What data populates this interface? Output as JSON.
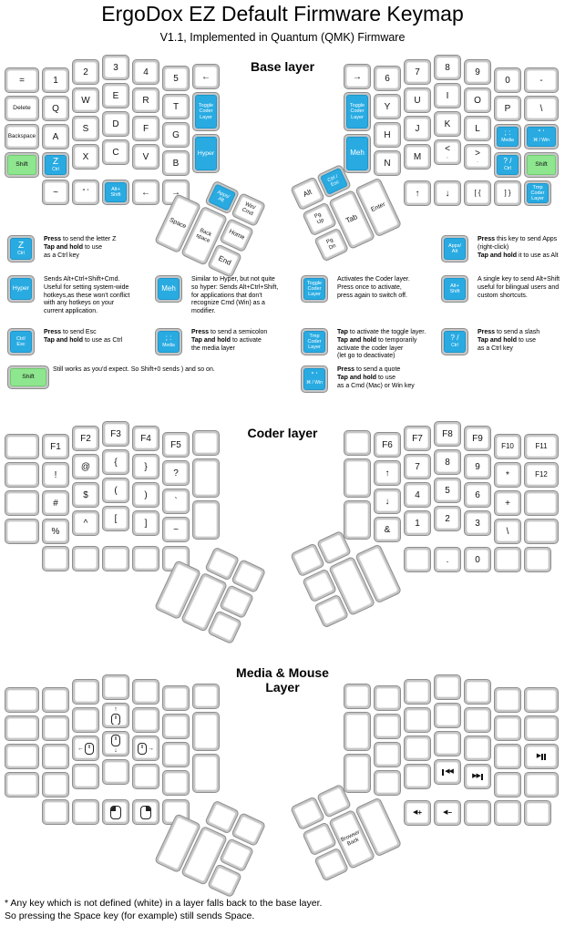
{
  "header": {
    "title": "ErgoDox EZ Default Firmware Keymap",
    "subtitle": "V1.1, Implemented in Quantum (QMK) Firmware"
  },
  "footnote": "* Any key which is not defined (white) in a layer falls back to the base layer.\nSo pressing the Space key (for example) still sends Space.",
  "colors": {
    "accent_blue": "#29abe2",
    "accent_green": "#8ee68e",
    "key_base_gray": "#c6c6c6",
    "key_border_gray": "#8e8e8e"
  },
  "layers": {
    "base": {
      "title": "Base layer",
      "left": {
        "keys": {
          "r0c0": {
            "t": "="
          },
          "r0c1": {
            "t": "1"
          },
          "r0c2": {
            "t": "2"
          },
          "r0c3": {
            "t": "3"
          },
          "r0c4": {
            "t": "4"
          },
          "r0c5": {
            "t": "5"
          },
          "r0c6": {
            "t": "←"
          },
          "r1c0": {
            "t": "Delete"
          },
          "r1c1": {
            "t": "Q"
          },
          "r1c2": {
            "t": "W"
          },
          "r1c3": {
            "t": "E"
          },
          "r1c4": {
            "t": "R"
          },
          "r1c5": {
            "t": "T"
          },
          "tall1": {
            "t": "Toggle\nCoder\nLayer",
            "c": "blue"
          },
          "r2c0": {
            "t": "Backspace"
          },
          "r2c1": {
            "t": "A"
          },
          "r2c2": {
            "t": "S"
          },
          "r2c3": {
            "t": "D"
          },
          "r2c4": {
            "t": "F"
          },
          "r2c5": {
            "t": "G"
          },
          "tall2": {
            "t": "Hyper",
            "c": "blue"
          },
          "r3c0": {
            "t": "Shift",
            "c": "green"
          },
          "r3c1": {
            "t": "Z",
            "s": "Ctrl",
            "c": "blue"
          },
          "r3c2": {
            "t": "X"
          },
          "r3c3": {
            "t": "C"
          },
          "r3c4": {
            "t": "V"
          },
          "r3c5": {
            "t": "B"
          },
          "b0": {
            "t": "~"
          },
          "b1": {
            "t": "“ ‘"
          },
          "b2": {
            "t": "Alt+\nShift",
            "c": "blue"
          },
          "b3": {
            "t": "←"
          },
          "b4": {
            "t": "→"
          }
        },
        "thumb": {
          "ta": {
            "t": "Apps/\nAlt",
            "c": "blue"
          },
          "tb": {
            "t": "Win/\nCmd"
          },
          "big1": {
            "t": "Space"
          },
          "big2": {
            "t": "Back\nspace"
          },
          "sm1": {
            "t": "Home"
          },
          "sm2": {
            "t": "End"
          }
        }
      },
      "right": {
        "keys": {
          "r0c0": {
            "t": "→"
          },
          "r0c1": {
            "t": "6"
          },
          "r0c2": {
            "t": "7"
          },
          "r0c3": {
            "t": "8"
          },
          "r0c4": {
            "t": "9"
          },
          "r0c5": {
            "t": "0"
          },
          "r0c6": {
            "t": "-"
          },
          "tall1": {
            "t": "Toggle\nCoder\nLayer",
            "c": "blue"
          },
          "r1c1": {
            "t": "Y"
          },
          "r1c2": {
            "t": "U"
          },
          "r1c3": {
            "t": "I"
          },
          "r1c4": {
            "t": "O"
          },
          "r1c5": {
            "t": "P"
          },
          "r1c6": {
            "t": "\\"
          },
          "r2c1": {
            "t": "H"
          },
          "r2c2": {
            "t": "J"
          },
          "r2c3": {
            "t": "K"
          },
          "r2c4": {
            "t": "L"
          },
          "r2c5": {
            "t": "; :",
            "s": "Media",
            "c": "blue"
          },
          "r2c6": {
            "t": "“ ‘",
            "s": "⌘ / Win",
            "c": "blue"
          },
          "tall2": {
            "t": "Meh",
            "c": "blue"
          },
          "r3c1": {
            "t": "N"
          },
          "r3c2": {
            "t": "M"
          },
          "r3c3": {
            "t": "<",
            "s": ","
          },
          "r3c4": {
            "t": ">",
            "s": "."
          },
          "r3c5": {
            "t": "? /",
            "s": "Ctrl",
            "c": "blue"
          },
          "r3c6": {
            "t": "Shift",
            "c": "green"
          },
          "b0": {
            "t": "↑"
          },
          "b1": {
            "t": "↓"
          },
          "b2": {
            "t": "[ {"
          },
          "b3": {
            "t": "] }"
          },
          "b4": {
            "t": "Tmp\nCoder\nLayer",
            "c": "blue"
          }
        },
        "thumb": {
          "ta": {
            "t": "Alt"
          },
          "tb": {
            "t": "Ctrl /\nEsc",
            "c": "blue"
          },
          "sm1": {
            "t": "Pg\nUp"
          },
          "sm2": {
            "t": "Pg\nDn"
          },
          "big1": {
            "t": "Tab"
          },
          "big2": {
            "t": "Enter"
          }
        }
      }
    },
    "coder": {
      "title": "Coder layer",
      "left": {
        "keys": {
          "r0c1": {
            "t": "F1"
          },
          "r0c2": {
            "t": "F2"
          },
          "r0c3": {
            "t": "F3"
          },
          "r0c4": {
            "t": "F4"
          },
          "r0c5": {
            "t": "F5"
          },
          "r1c1": {
            "t": "!"
          },
          "r1c2": {
            "t": "@"
          },
          "r1c3": {
            "t": "{"
          },
          "r1c4": {
            "t": "}"
          },
          "r1c5": {
            "t": "?"
          },
          "r2c1": {
            "t": "#"
          },
          "r2c2": {
            "t": "$"
          },
          "r2c3": {
            "t": "("
          },
          "r2c4": {
            "t": ")"
          },
          "r2c5": {
            "t": "`"
          },
          "r3c1": {
            "t": "%"
          },
          "r3c2": {
            "t": "^"
          },
          "r3c3": {
            "t": "["
          },
          "r3c4": {
            "t": "]"
          },
          "r3c5": {
            "t": "~"
          }
        },
        "thumb": {}
      },
      "right": {
        "keys": {
          "r0c1": {
            "t": "F6"
          },
          "r0c2": {
            "t": "F7"
          },
          "r0c3": {
            "t": "F8"
          },
          "r0c4": {
            "t": "F9"
          },
          "r0c5": {
            "t": "F10"
          },
          "r0c6": {
            "t": "F11"
          },
          "r1c1": {
            "t": "↑"
          },
          "r1c2": {
            "t": "7"
          },
          "r1c3": {
            "t": "8"
          },
          "r1c4": {
            "t": "9"
          },
          "r1c5": {
            "t": "*"
          },
          "r1c6": {
            "t": "F12"
          },
          "r2c1": {
            "t": "↓"
          },
          "r2c2": {
            "t": "4"
          },
          "r2c3": {
            "t": "5"
          },
          "r2c4": {
            "t": "6"
          },
          "r2c5": {
            "t": "+"
          },
          "r3c1": {
            "t": "&"
          },
          "r3c2": {
            "t": "1"
          },
          "r3c3": {
            "t": "2"
          },
          "r3c4": {
            "t": "3"
          },
          "r3c5": {
            "t": "\\"
          },
          "b1": {
            "t": "."
          },
          "b2": {
            "t": "0"
          }
        },
        "thumb": {}
      }
    },
    "media": {
      "title": "Media & Mouse\nLayer",
      "left": {
        "keys": {
          "r1c3": {
            "i": "mouse-up"
          },
          "r2c2": {
            "i": "mouse-left"
          },
          "r2c3": {
            "i": "mouse-down"
          },
          "r2c4": {
            "i": "mouse-right"
          },
          "b2": {
            "i": "mouse-btn-left"
          },
          "b3": {
            "i": "mouse-btn-right"
          }
        },
        "thumb": {}
      },
      "right": {
        "keys": {
          "r2c6": {
            "i": "play-pause"
          },
          "r3c3": {
            "i": "prev-track"
          },
          "r3c4": {
            "i": "next-track"
          },
          "b0": {
            "i": "volume-up"
          },
          "b1": {
            "i": "volume-down"
          }
        },
        "thumb": {
          "big1": {
            "t": "Browser\nBack"
          }
        }
      }
    }
  },
  "legend": [
    {
      "row": 0,
      "col": 0,
      "key": {
        "t": "Z",
        "s": "Ctrl",
        "c": "blue"
      },
      "text": "**Press** to send the letter Z\n**Tap and hold** to use\nas a Ctrl key"
    },
    {
      "row": 0,
      "col": 3,
      "key": {
        "t": "Apps/\nAlt",
        "c": "blue"
      },
      "text": "**Press** this key to send Apps\n(right-click)\n**Tap and hold** it to use as Alt"
    },
    {
      "row": 1,
      "col": 0,
      "key": {
        "t": "Hyper",
        "c": "blue"
      },
      "text": "Sends Alt+Ctrl+Shift+Cmd.\nUseful for setting system-wide\nhotkeys,as these won't conflict\nwith any hotkeys on your\ncurrent application."
    },
    {
      "row": 1,
      "col": 1,
      "key": {
        "t": "Meh",
        "c": "blue"
      },
      "text": "Similar to Hyper, but not quite\nso hyper: Sends Alt+Ctrl+Shift,\nfor applications that don't\nrecognize Cmd (Win) as a\nmodifier."
    },
    {
      "row": 1,
      "col": 2,
      "key": {
        "t": "Toggle\nCoder\nLayer",
        "c": "blue"
      },
      "text": "Activates the Coder layer.\nPress once to activate,\npress again to switch off."
    },
    {
      "row": 1,
      "col": 3,
      "key": {
        "t": "Alt+\nShift",
        "c": "blue"
      },
      "text": "A single key to send Alt+Shift\nuseful for bilingual users and\ncustom shortcuts."
    },
    {
      "row": 2,
      "col": 0,
      "key": {
        "t": "Ctrl/\nEsc",
        "c": "blue"
      },
      "text": "**Press** to send Esc\n**Tap and hold** to use as Ctrl"
    },
    {
      "row": 2,
      "col": 1,
      "key": {
        "t": "; :",
        "s": "Media",
        "c": "blue"
      },
      "text": "**Press** to send a semicolon\n**Tap and hold** to activate\nthe media layer"
    },
    {
      "row": 2,
      "col": 2,
      "key": {
        "t": "Tmp\nCoder\nLayer",
        "c": "blue"
      },
      "text": "**Tap** to activate the toggle layer.\n**Tap and hold** to temporarily\nactivate the coder layer\n(let go to deactivate)"
    },
    {
      "row": 2,
      "col": 3,
      "key": {
        "t": "? /",
        "s": "Ctrl",
        "c": "blue"
      },
      "text": "**Press** to send a slash\n**Tap and hold** to use\nas a Ctrl key"
    },
    {
      "row": 3,
      "col": 0,
      "key": {
        "t": "Shift",
        "c": "green",
        "wide": true
      },
      "text": "Still works as you'd expect. So Shift+0 sends ) and so on."
    },
    {
      "row": 3,
      "col": 2,
      "key": {
        "t": "“ ‘",
        "s": "⌘ / Win",
        "c": "blue"
      },
      "text": "**Press** to send a quote\n**Tap and hold** to use\nas a Cmd (Mac) or Win key"
    }
  ]
}
